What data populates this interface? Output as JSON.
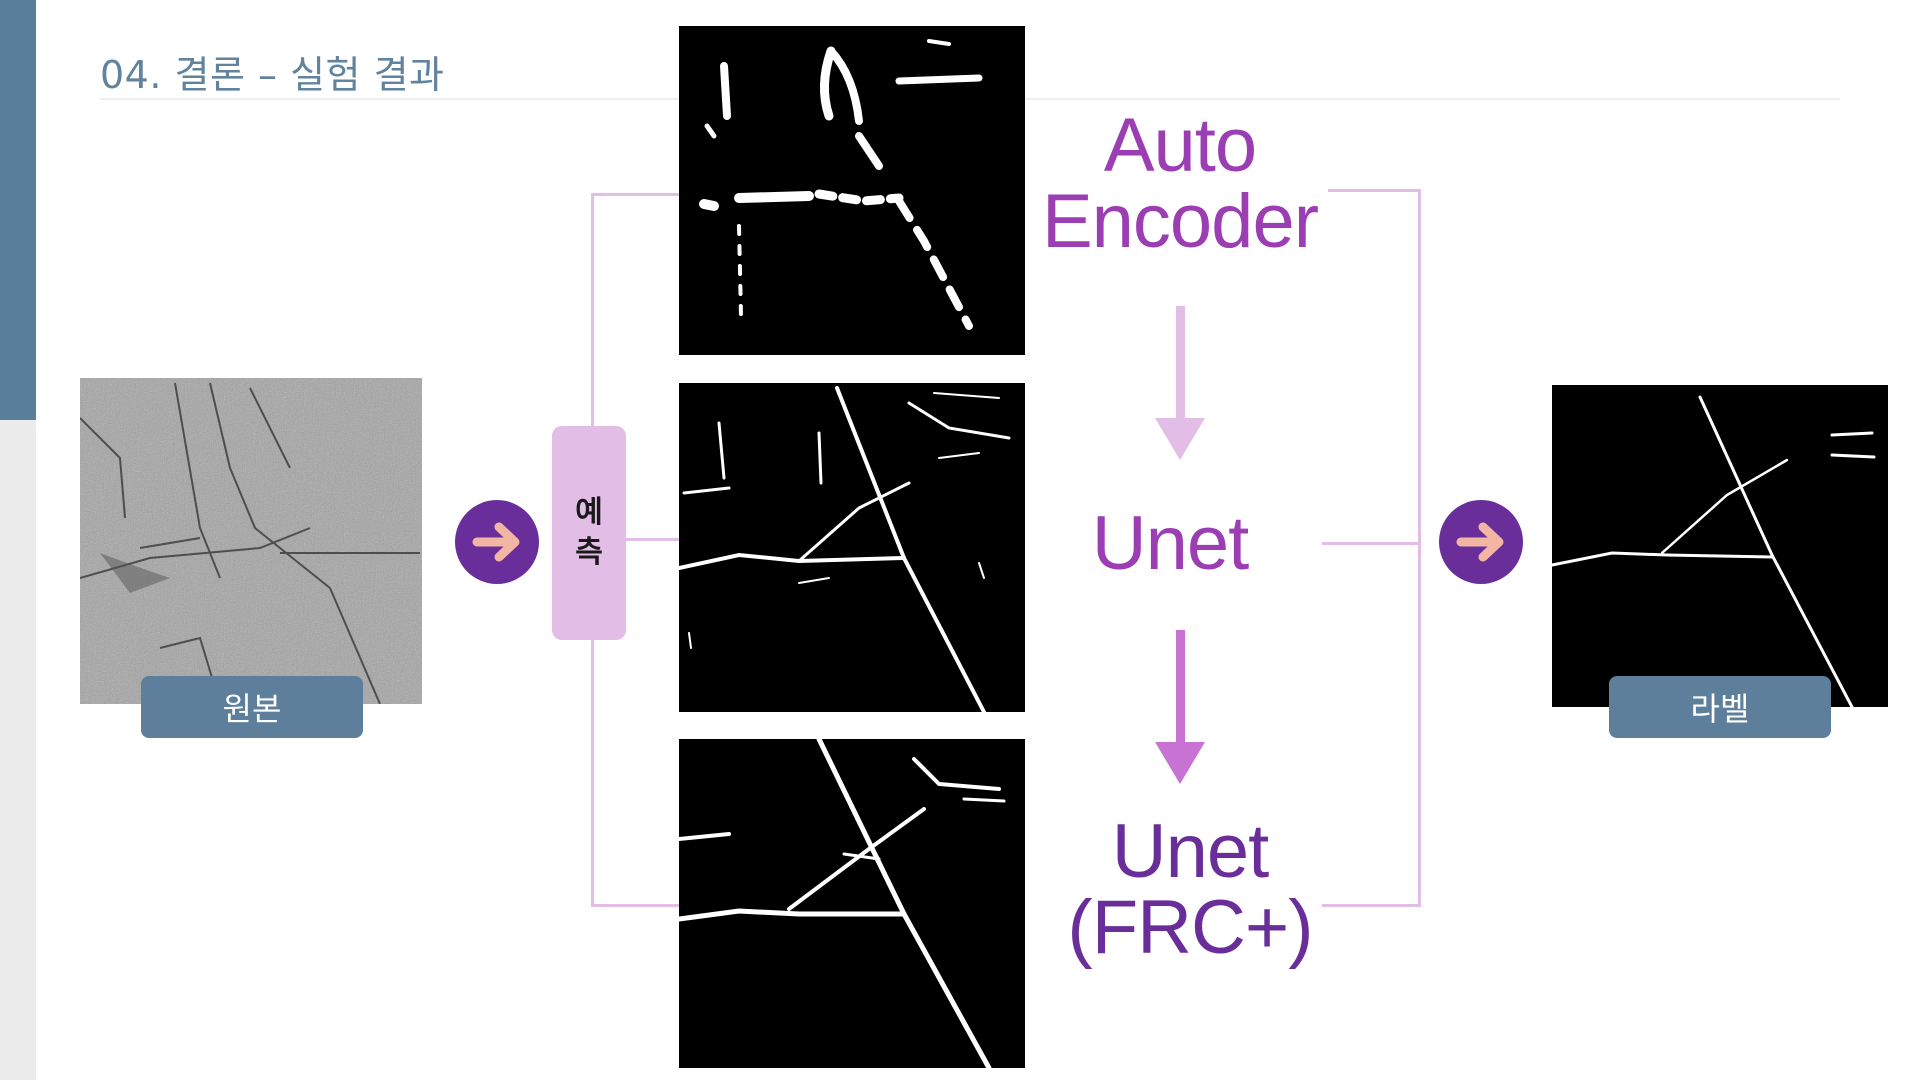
{
  "slide": {
    "title": "04. 결론 – 실험 결과"
  },
  "labels": {
    "original": "원본",
    "predict_1": "예",
    "predict_2": "측",
    "label": "라벨"
  },
  "models": [
    {
      "line1": "Auto",
      "line2": "Encoder"
    },
    {
      "line1": "Unet"
    },
    {
      "line1": "Unet",
      "line2": "(FRC+)"
    }
  ],
  "colors": {
    "accent_blue": "#5a7f9c",
    "purple": "#6a2e9a",
    "magenta": "#9b3db3",
    "light_pink": "#e2bde6",
    "arrow_peach": "#f3b6a4"
  }
}
